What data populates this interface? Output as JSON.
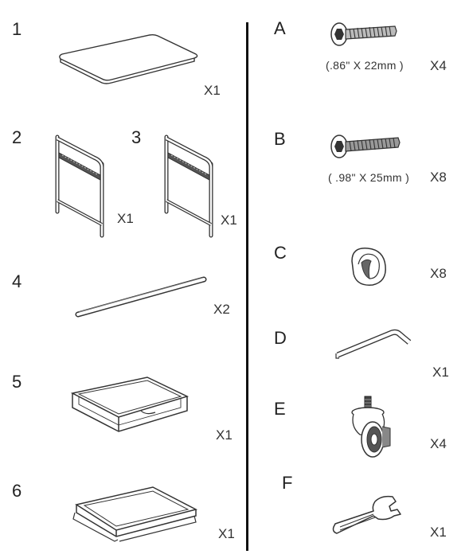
{
  "parts": [
    {
      "label": "1",
      "qty": "X1"
    },
    {
      "label": "2",
      "qty": "X1"
    },
    {
      "label": "3",
      "qty": "X1"
    },
    {
      "label": "4",
      "qty": "X2"
    },
    {
      "label": "5",
      "qty": "X1"
    },
    {
      "label": "6",
      "qty": "X1"
    }
  ],
  "hardware": [
    {
      "label": "A",
      "spec": "(.86\" X 22mm )",
      "qty": "X4",
      "icon": "bolt-icon"
    },
    {
      "label": "B",
      "spec": "( .98\" X 25mm )",
      "qty": "X8",
      "icon": "bolt-icon"
    },
    {
      "label": "C",
      "spec": "",
      "qty": "X8",
      "icon": "cap-icon"
    },
    {
      "label": "D",
      "spec": "",
      "qty": "X1",
      "icon": "hex-key-icon"
    },
    {
      "label": "E",
      "spec": "",
      "qty": "X4",
      "icon": "caster-wheel-icon"
    },
    {
      "label": "F",
      "spec": "",
      "qty": "X1",
      "icon": "wrench-icon"
    }
  ]
}
